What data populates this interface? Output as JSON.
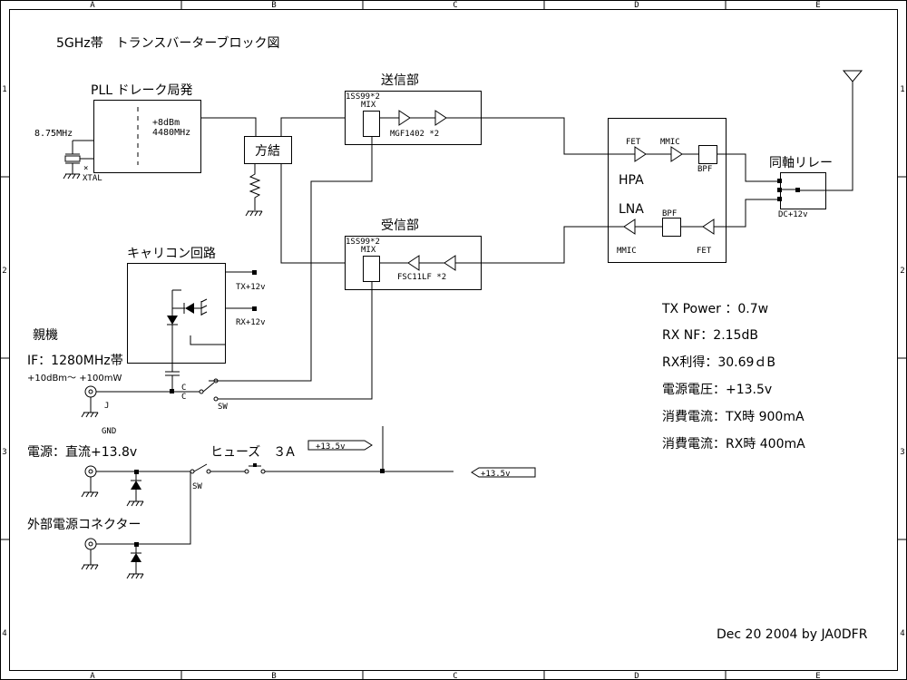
{
  "title": "5GHz帯　トランスバーターブロック図",
  "border": {
    "cols": [
      "A",
      "B",
      "C",
      "D",
      "E"
    ],
    "rows": [
      "1",
      "2",
      "3",
      "4"
    ]
  },
  "blocks": {
    "pll": {
      "title": "PLL ドレーク局発",
      "power": "+8dBm",
      "freq": "4480MHz",
      "xtal_freq": "8.75MHz",
      "xtal_label": "XTAL"
    },
    "combiner": {
      "label": "方結"
    },
    "tx": {
      "title": "送信部",
      "diode": "1SS99*2",
      "mix": "MIX",
      "amp": "MGF1402 *2"
    },
    "rx": {
      "title": "受信部",
      "diode": "1SS99*2",
      "mix": "MIX",
      "amp": "FSC11LF *2"
    },
    "hpa_lna": {
      "fet_top": "FET",
      "mmic_top": "MMIC",
      "bpf_top": "BPF",
      "hpa": "HPA",
      "lna": "LNA",
      "bpf_bottom": "BPF",
      "mmic_bottom": "MMIC",
      "fet_bottom": "FET"
    },
    "relay": {
      "title": "同軸リレー",
      "dc": "DC+12v"
    },
    "carrier": {
      "title": "キャリコン回路",
      "tx": "TX+12v",
      "rx": "RX+12v"
    },
    "parent": {
      "title": "親機",
      "if": "IF：1280MHz帯",
      "level": "+10dBm～ +100mW",
      "jack": "J",
      "gnd": "GND",
      "cap_c1": "C",
      "cap_c2": "C",
      "sw": "SW"
    },
    "power": {
      "title": "電源：直流+13.8v",
      "fuse": "ヒューズ　３A",
      "sw": "SW",
      "ext": "外部電源コネクター",
      "tag1": "+13.5v",
      "tag2": "+13.5v"
    }
  },
  "specs": [
    "TX Power ：0.7w",
    "RX NF：2.15dB",
    "RX利得：30.69ｄB",
    "電源電圧：+13.5v",
    "消費電流：TX時 900mA",
    "消費電流：RX時 400mA"
  ],
  "footer": "Dec 20 2004  by JA0DFR"
}
